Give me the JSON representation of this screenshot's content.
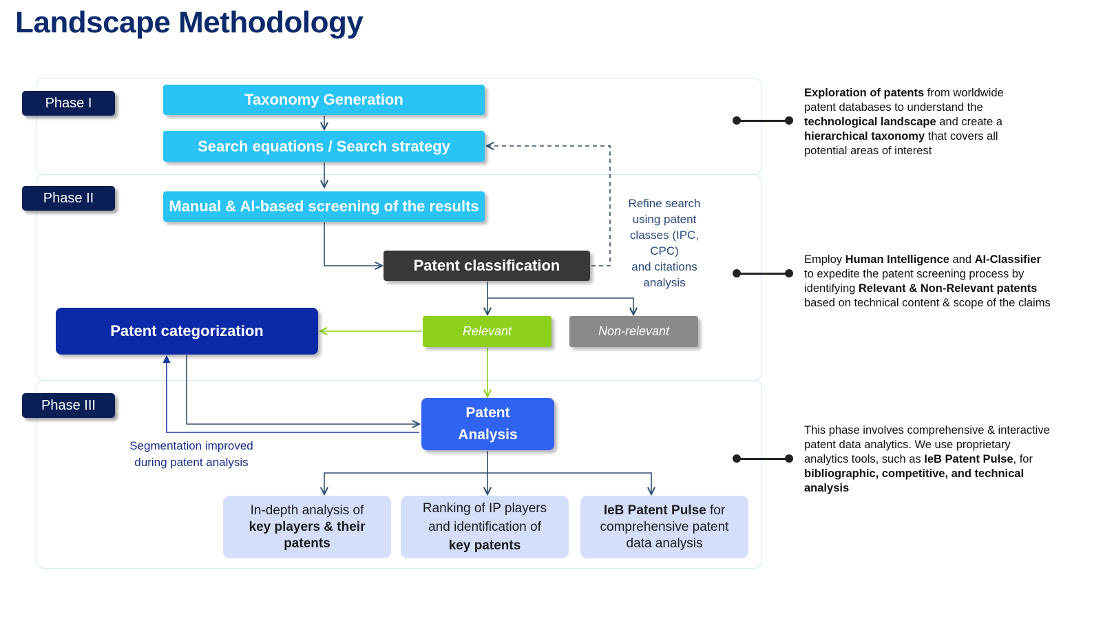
{
  "title": "Landscape Methodology",
  "phases": {
    "p1": "Phase I",
    "p2": "Phase II",
    "p3": "Phase III"
  },
  "nodes": {
    "taxonomy": "Taxonomy Generation",
    "search": "Search equations / Search strategy",
    "screening": "Manual & AI-based screening of the results",
    "classification": "Patent classification",
    "categorization": "Patent categorization",
    "relevant": "Relevant",
    "non_relevant": "Non-relevant",
    "analysis_line1": "Patent",
    "analysis_line2": "Analysis"
  },
  "refine_note": [
    "Refine search",
    "using patent",
    "classes (IPC,",
    "CPC)",
    "and citations",
    "analysis"
  ],
  "segmentation_note": [
    "Segmentation improved",
    "during patent analysis"
  ],
  "outputs": {
    "o1": {
      "line1": "In-depth analysis of",
      "bold1": "key players & their",
      "bold2": "patents"
    },
    "o2": {
      "line1": "Ranking of IP players",
      "line2": "and identification of",
      "bold": "key patents"
    },
    "o3": {
      "bold": "IeB Patent Pulse",
      "rest1": " for",
      "line2": "comprehensive patent",
      "line3": "data analysis"
    }
  },
  "descriptions": {
    "d1": {
      "b1": "Exploration of patents",
      "t1": " from worldwide patent databases to understand the ",
      "b2": "technological landscape",
      "t2": " and create a ",
      "b3": "hierarchical taxonomy",
      "t3": " that covers all potential areas of interest"
    },
    "d2": {
      "t0": "Employ ",
      "b1": "Human Intelligence",
      "t1": " and ",
      "b2": "AI-Classifier",
      "t2": " to expedite the patent screening process by identifying ",
      "b3": "Relevant & Non-Relevant patents",
      "t3": " based on technical content & scope of the claims"
    },
    "d3": {
      "t0": "This phase involves comprehensive & interactive patent data analytics. We use proprietary analytics tools, such as ",
      "b1": "IeB Patent Pulse",
      "t1": ", for ",
      "b2": "bibliographic, competitive, and technical analysis"
    }
  },
  "colors": {
    "title": "#0a2a6b",
    "phase_tag": "#0a1f55",
    "cyan": "#29c3f5",
    "dark": "#383838",
    "navy": "#0c2aa8",
    "green": "#8dd11c",
    "grey": "#8a8a8a",
    "blue": "#3063f2",
    "output": "#d5defa"
  }
}
